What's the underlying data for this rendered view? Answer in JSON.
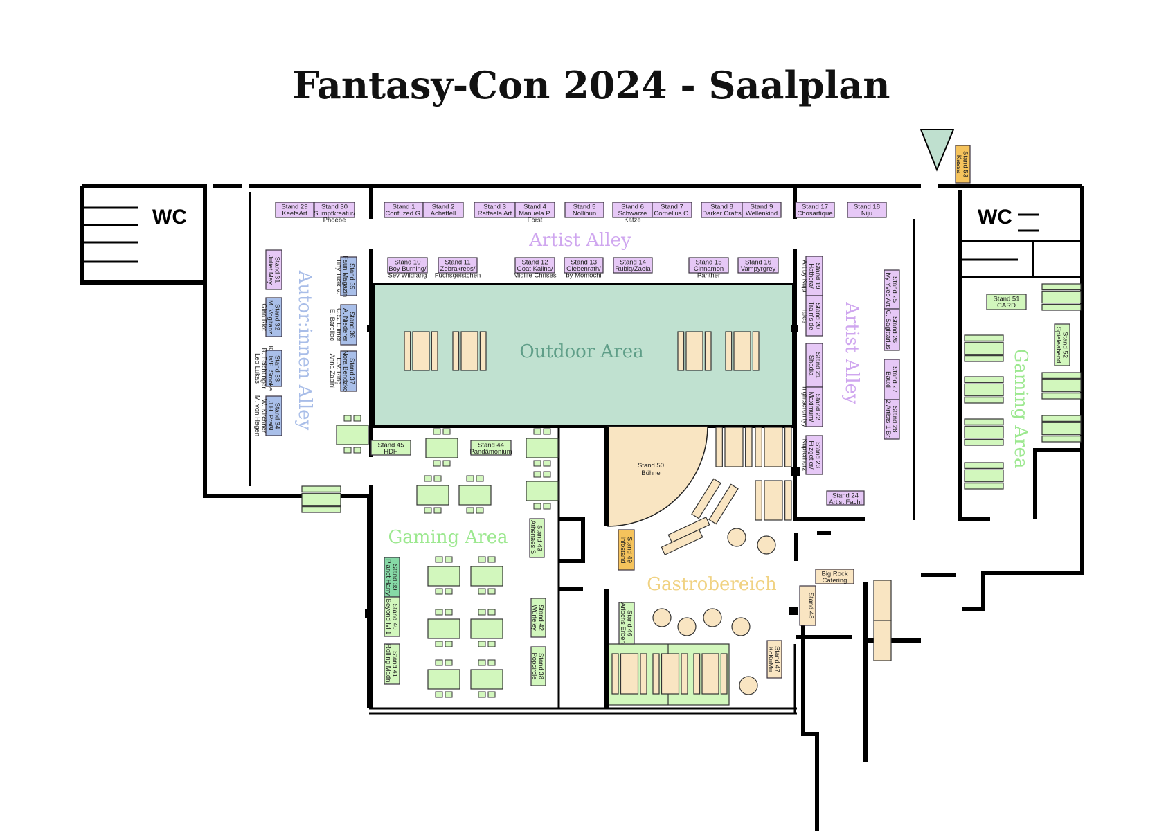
{
  "title": "Fantasy-Con 2024 - Saalplan",
  "areas": {
    "artist_alley_top": "Artist Alley",
    "artist_alley_right": "Artist Alley",
    "autorinnen_alley": "Autor:innen Alley",
    "outdoor_area": "Outdoor Area",
    "gaming_area_left": "Gaming Area",
    "gaming_area_right": "Gaming Area",
    "gastrobereich": "Gastrobereich",
    "wc_left": "WC",
    "wc_right": "WC"
  },
  "colors": {
    "artist": "#e6c8f6",
    "author": "#a9bfe9",
    "gaming": "#d2f7bd",
    "gaming_dark": "#86d9a6",
    "gastro": "#f9e5c2",
    "info": "#f5c35c",
    "outdoor": "#c0e1d0",
    "artist_label": "#cfa6ef",
    "author_label": "#a8bde8",
    "outdoor_label": "#5f9e88",
    "gaming_label": "#9ce88f",
    "gastro_label": "#f0d282"
  },
  "stands": [
    {
      "id": "1",
      "label": "Stand 1",
      "name": "Confuzed G.",
      "extra": []
    },
    {
      "id": "2",
      "label": "Stand 2",
      "name": "Achatfell",
      "extra": []
    },
    {
      "id": "3",
      "label": "Stand 3",
      "name": "Raffaela Art",
      "extra": []
    },
    {
      "id": "4",
      "label": "Stand 4",
      "name": "Manuela P.",
      "extra": [
        "Forst"
      ]
    },
    {
      "id": "5",
      "label": "Stand 5",
      "name": "Nollibun",
      "extra": []
    },
    {
      "id": "6",
      "label": "Stand 6",
      "name": "Schwarze",
      "extra": [
        "Katze"
      ]
    },
    {
      "id": "7",
      "label": "Stand 7",
      "name": "Cornelius C.",
      "extra": []
    },
    {
      "id": "8",
      "label": "Stand 8",
      "name": "Darker Crafts",
      "extra": []
    },
    {
      "id": "9",
      "label": "Stand 9",
      "name": "Wellenkind",
      "extra": []
    },
    {
      "id": "10",
      "label": "Stand 10",
      "name": "Boy Burning/",
      "extra": [
        "Sev Wildfang"
      ]
    },
    {
      "id": "11",
      "label": "Stand 11",
      "name": "Zebrakrebs/",
      "extra": [
        "Fuchsgeistchen"
      ]
    },
    {
      "id": "12",
      "label": "Stand 12",
      "name": "Goat Kalina/",
      "extra": [
        "Midlife Chrises"
      ]
    },
    {
      "id": "13",
      "label": "Stand 13",
      "name": "Giebenrath/",
      "extra": [
        "by Momochi"
      ]
    },
    {
      "id": "14",
      "label": "Stand 14",
      "name": "Rubiq/Zaela",
      "extra": []
    },
    {
      "id": "15",
      "label": "Stand 15",
      "name": "Cinnamon",
      "extra": [
        "Panther"
      ]
    },
    {
      "id": "16",
      "label": "Stand 16",
      "name": "Vampyrgrey",
      "extra": []
    },
    {
      "id": "17",
      "label": "Stand 17",
      "name": "Chosartique",
      "extra": []
    },
    {
      "id": "18",
      "label": "Stand 18",
      "name": "Niju",
      "extra": []
    },
    {
      "id": "19",
      "label": "Stand 19",
      "name": "Hathora/",
      "extra": [
        "Art by Kuja"
      ]
    },
    {
      "id": "20",
      "label": "Stand 20",
      "name": "Train's de",
      "extra": [
        "Tales"
      ]
    },
    {
      "id": "21",
      "label": "Stand 21",
      "name": "Shadia",
      "extra": []
    },
    {
      "id": "22",
      "label": "Stand 22",
      "name": "Maximum/",
      "extra": [
        "nightserenityy"
      ]
    },
    {
      "id": "23",
      "label": "Stand 23",
      "name": "Filzgetier/",
      "extra": [
        "Kupferherz"
      ]
    },
    {
      "id": "24",
      "label": "Stand 24",
      "name": "Artist Fachl",
      "extra": []
    },
    {
      "id": "25",
      "label": "Stand 25",
      "name": "Ivy Yves Art",
      "extra": []
    },
    {
      "id": "26",
      "label": "Stand 26",
      "name": "C. Sagittarius",
      "extra": []
    },
    {
      "id": "27",
      "label": "Stand 27",
      "name": "Bauxi",
      "extra": []
    },
    {
      "id": "28",
      "label": "Stand 28",
      "name": "2 Artists 1 Br.",
      "extra": []
    },
    {
      "id": "29",
      "label": "Stand 29",
      "name": "KeefsArt",
      "extra": []
    },
    {
      "id": "30",
      "label": "Stand 30",
      "name": "Sumpfkreatur/",
      "extra": [
        "Phoebe"
      ]
    },
    {
      "id": "31",
      "label": "Stand 31",
      "name": "Juliet May",
      "extra": []
    },
    {
      "id": "32",
      "label": "Stand 32",
      "name": "M. Vogltanz",
      "extra": [
        "Gina Riot"
      ]
    },
    {
      "id": "33",
      "label": "Stand 33",
      "name": "K. Ils/E. Smoke",
      "extra": [
        "R. Feichtinger",
        "Leo Lukas"
      ]
    },
    {
      "id": "34",
      "label": "Stand 34",
      "name": "J.H. Praßl",
      "extra": [
        "W. Kirchner",
        "M. von Hagen"
      ]
    },
    {
      "id": "35",
      "label": "Stand 35",
      "name": "Faun Magazin",
      "extra": [
        "Tiny Tusk V."
      ]
    },
    {
      "id": "36",
      "label": "Stand 36",
      "name": "A. Niederer",
      "extra": [
        "C.S. Ellmer",
        "E. Bardilac"
      ]
    },
    {
      "id": "37",
      "label": "Stand 37",
      "name": "Nora Bendzko",
      "extra": [
        "E.V. Ring",
        "Anna Zabini"
      ]
    },
    {
      "id": "38",
      "label": "Stand 38",
      "name": "Popcircle",
      "extra": []
    },
    {
      "id": "39",
      "label": "Stand 39",
      "name": "Planet Harry",
      "extra": []
    },
    {
      "id": "40",
      "label": "Stand 40",
      "name": "Beyond lvl 1",
      "extra": []
    },
    {
      "id": "41",
      "label": "Stand 41",
      "name": "Rolling Madn.",
      "extra": []
    },
    {
      "id": "42",
      "label": "Stand 42",
      "name": "Würfeley",
      "extra": []
    },
    {
      "id": "43",
      "label": "Stand 43",
      "name": "Athenaes S.",
      "extra": []
    },
    {
      "id": "44",
      "label": "Stand 44",
      "name": "Pandämonium",
      "extra": []
    },
    {
      "id": "45",
      "label": "Stand 45",
      "name": "HDH",
      "extra": []
    },
    {
      "id": "46",
      "label": "Stand 46",
      "name": "Ariochs Erben",
      "extra": []
    },
    {
      "id": "47",
      "label": "Stand 47",
      "name": "KoKuMu",
      "extra": []
    },
    {
      "id": "48",
      "label": "Stand 48",
      "name": "",
      "extra": []
    },
    {
      "id": "49",
      "label": "Stand 49",
      "name": "Infostand",
      "extra": []
    },
    {
      "id": "50",
      "label": "Stand 50",
      "name": "Bühne",
      "extra": []
    },
    {
      "id": "51",
      "label": "Stand 51",
      "name": "CARD",
      "extra": []
    },
    {
      "id": "52",
      "label": "Stand 52",
      "name": "Spieleabend",
      "extra": []
    },
    {
      "id": "53",
      "label": "Stand 53",
      "name": "Kassa",
      "extra": []
    },
    {
      "id": "catering",
      "label": "Big Rock",
      "name": "Catering",
      "extra": []
    }
  ]
}
